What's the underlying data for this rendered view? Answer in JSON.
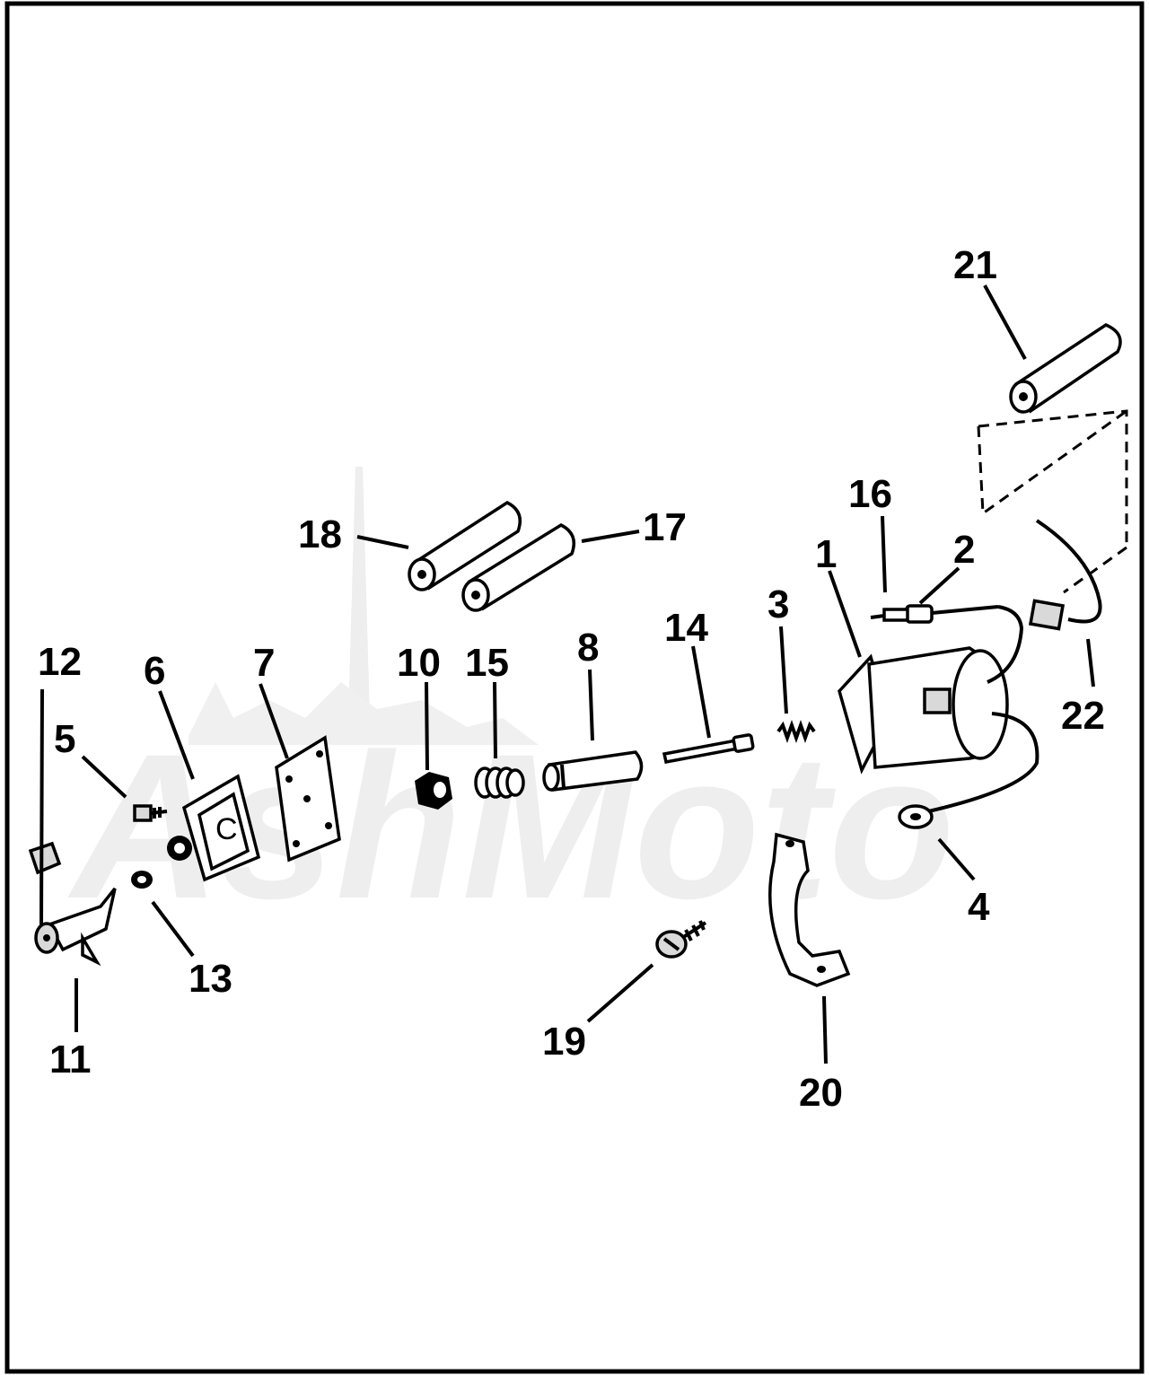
{
  "watermark": {
    "text": "AshMoto",
    "color": "#eeeeee"
  },
  "parts": [
    {
      "id": "p1",
      "label": "1"
    },
    {
      "id": "p2",
      "label": "2"
    },
    {
      "id": "p3",
      "label": "3"
    },
    {
      "id": "p4",
      "label": "4"
    },
    {
      "id": "p5",
      "label": "5"
    },
    {
      "id": "p6",
      "label": "6"
    },
    {
      "id": "p7",
      "label": "7"
    },
    {
      "id": "p8",
      "label": "8"
    },
    {
      "id": "p10",
      "label": "10"
    },
    {
      "id": "p11",
      "label": "11"
    },
    {
      "id": "p12",
      "label": "12"
    },
    {
      "id": "p13",
      "label": "13"
    },
    {
      "id": "p14",
      "label": "14"
    },
    {
      "id": "p15",
      "label": "15"
    },
    {
      "id": "p16",
      "label": "16"
    },
    {
      "id": "p17",
      "label": "17"
    },
    {
      "id": "p18",
      "label": "18"
    },
    {
      "id": "p19",
      "label": "19"
    },
    {
      "id": "p20",
      "label": "20"
    },
    {
      "id": "p21",
      "label": "21"
    },
    {
      "id": "p22",
      "label": "22"
    }
  ]
}
